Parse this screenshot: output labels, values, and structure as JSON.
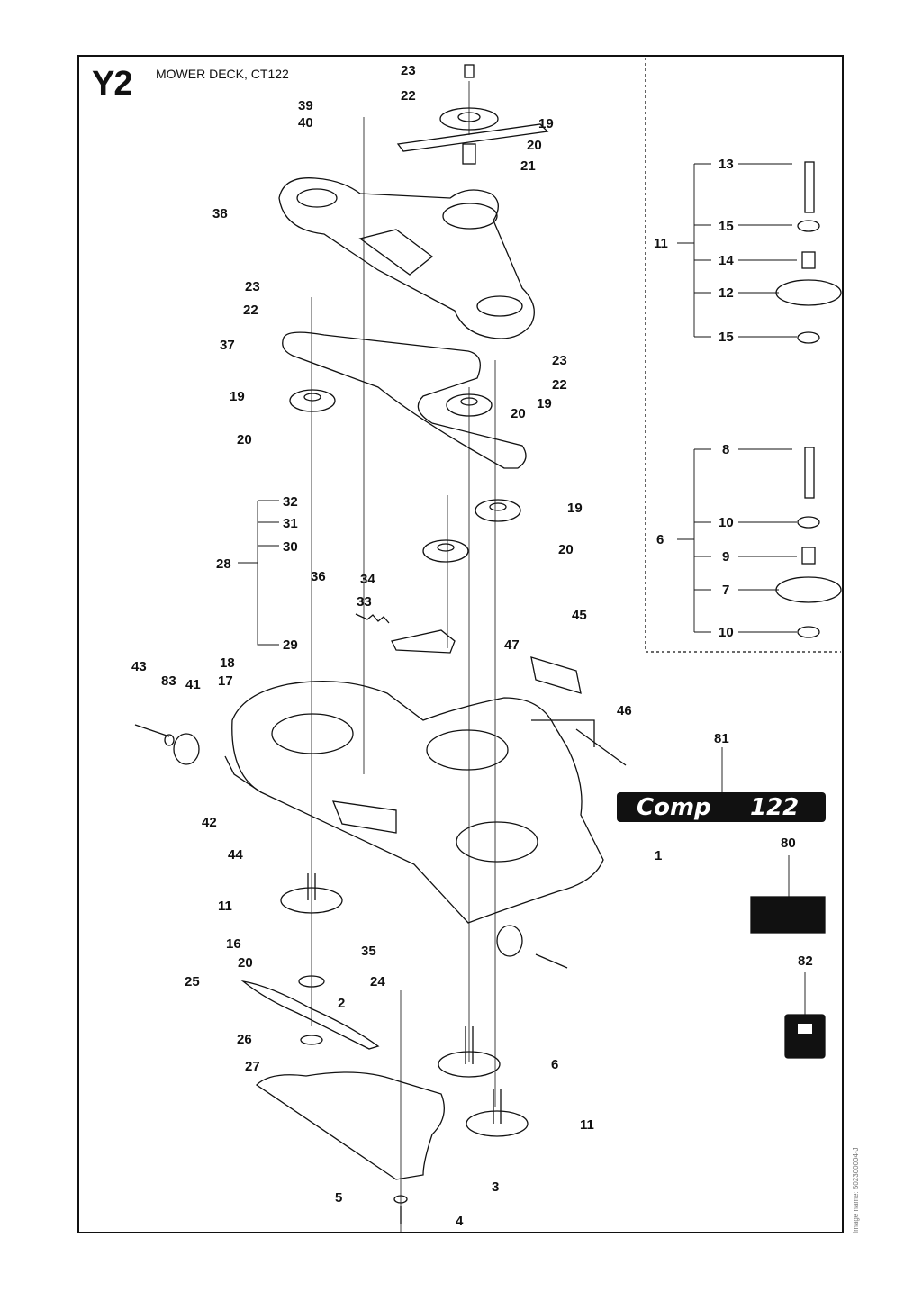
{
  "header": {
    "code": "Y2",
    "title": "MOWER DECK, CT122"
  },
  "side_text": "Image name: 502300004-J",
  "decal_text": {
    "left": "Comp",
    "right": "122"
  },
  "callouts": [
    "23",
    "22",
    "39",
    "40",
    "19",
    "20",
    "21",
    "38",
    "23",
    "22",
    "37",
    "23",
    "22",
    "19",
    "19",
    "20",
    "20",
    "32",
    "31",
    "30",
    "28",
    "19",
    "20",
    "36",
    "34",
    "33",
    "29",
    "45",
    "47",
    "18",
    "17",
    "43",
    "83",
    "41",
    "46",
    "81",
    "42",
    "44",
    "1",
    "80",
    "11",
    "16",
    "35",
    "20",
    "24",
    "25",
    "2",
    "82",
    "26",
    "27",
    "6",
    "11",
    "5",
    "3",
    "4",
    "13",
    "15",
    "11",
    "14",
    "12",
    "15",
    "8",
    "10",
    "6",
    "9",
    "7",
    "10"
  ]
}
